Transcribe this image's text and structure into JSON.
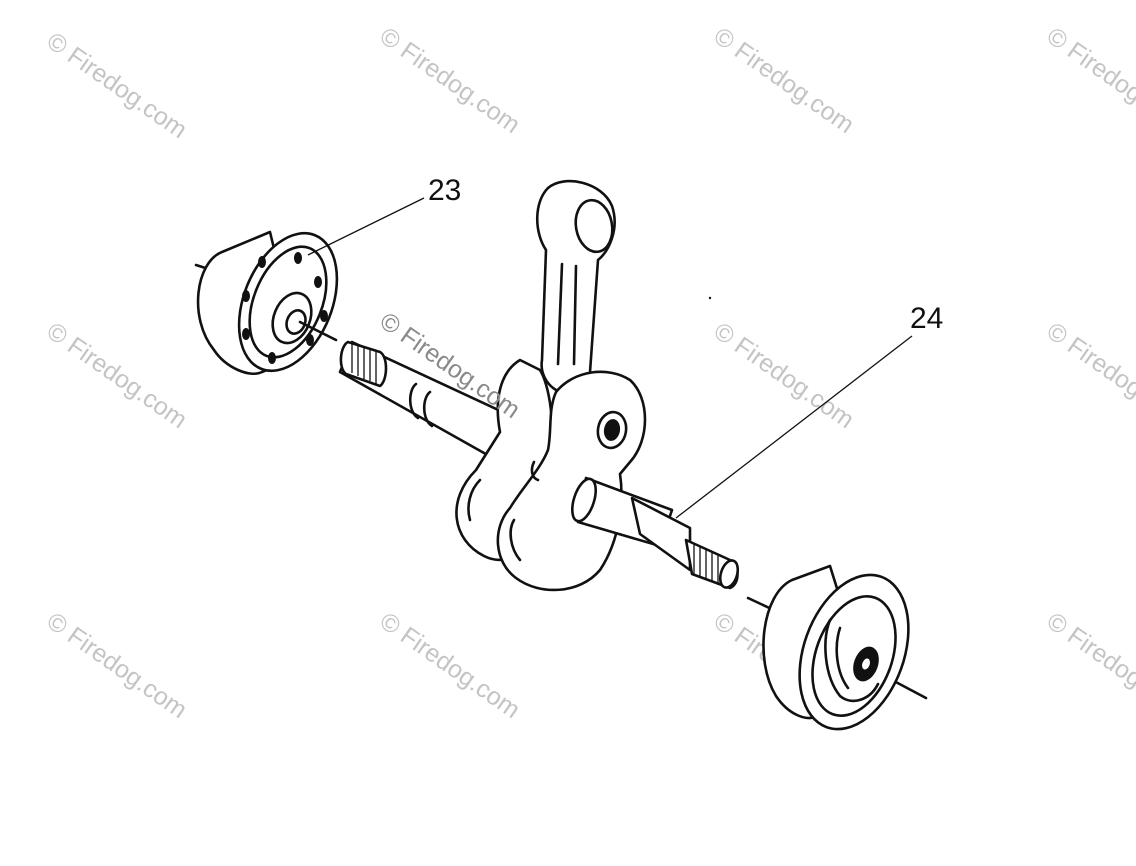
{
  "diagram": {
    "callouts": [
      {
        "id": "bearing-left",
        "label": "23"
      },
      {
        "id": "bearing-right",
        "label": "24"
      }
    ]
  },
  "watermark": {
    "text": "© Firedog.com"
  },
  "colors": {
    "ink": "#111111",
    "watermark": "#c4c4c4",
    "background": "#ffffff"
  }
}
